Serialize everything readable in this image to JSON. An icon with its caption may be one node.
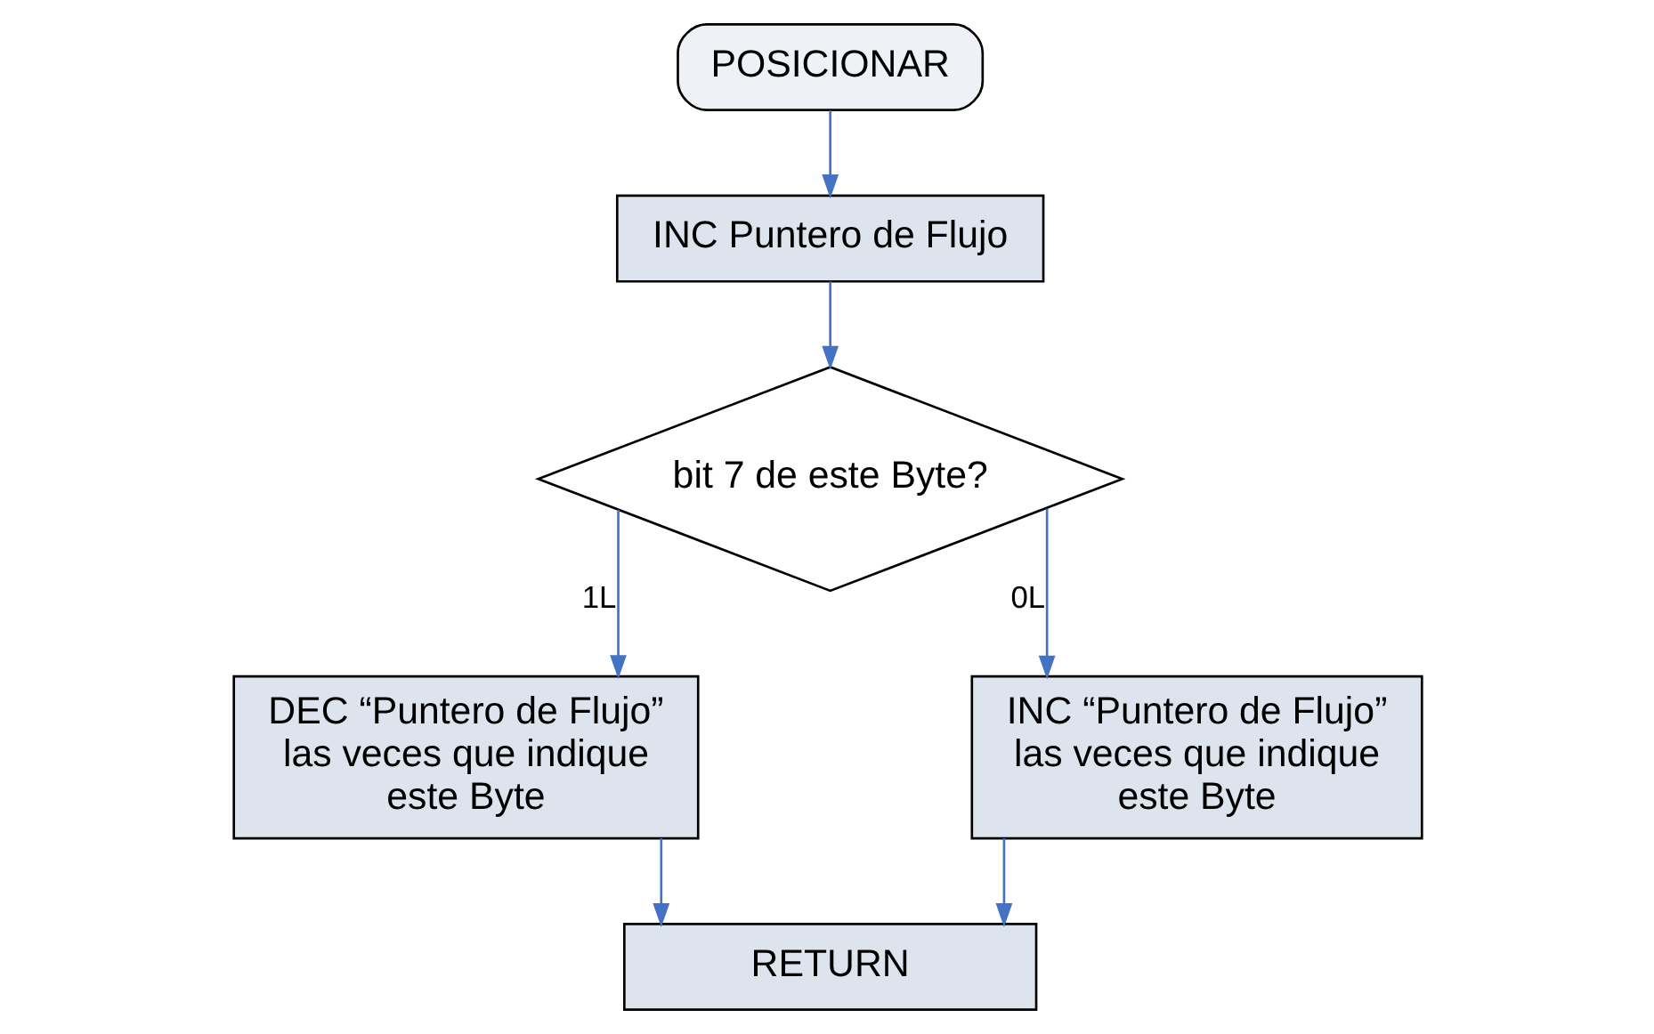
{
  "diagram": {
    "nodes": [
      {
        "text": [
          "POSICIONAR"
        ]
      },
      {
        "text": [
          "INC Puntero de Flujo"
        ]
      },
      {
        "text": [
          "bit 7 de este Byte?"
        ]
      },
      {
        "text": [
          "DEC “Puntero de Flujo” las veces que indique este Byte"
        ]
      },
      {
        "text": [
          "INC “Puntero de Flujo” las veces que indique este Byte"
        ]
      },
      {
        "text": [
          "RETURN"
        ]
      }
    ],
    "edges": [
      {
        "from": 0,
        "to": 1,
        "arrow": "to"
      },
      {
        "from": 1,
        "to": 2,
        "arrow": "to"
      },
      {
        "from": 2,
        "to": 3,
        "arrow": "to",
        "label": "1L"
      },
      {
        "from": 2,
        "to": 4,
        "arrow": "to",
        "label": "0L"
      },
      {
        "from": 3,
        "to": 5,
        "arrow": "to"
      },
      {
        "from": 4,
        "to": 5,
        "arrow": "to"
      }
    ]
  }
}
